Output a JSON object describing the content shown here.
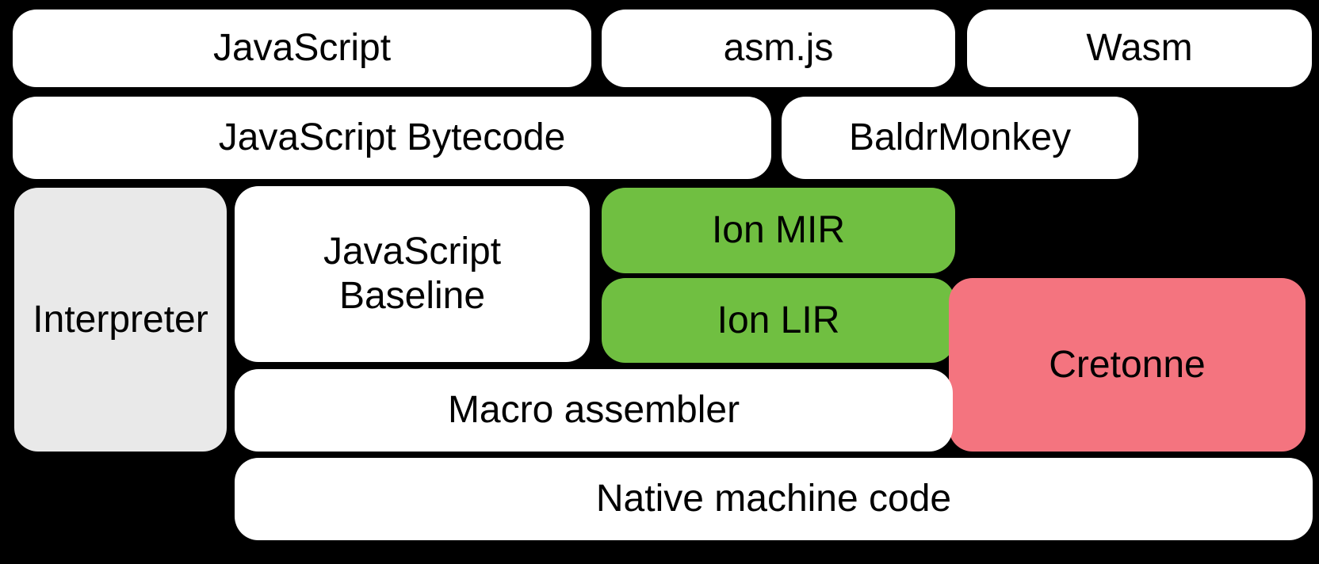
{
  "diagram": {
    "nodes": {
      "javascript": {
        "label": "JavaScript"
      },
      "asmjs": {
        "label": "asm.js"
      },
      "wasm": {
        "label": "Wasm"
      },
      "bytecode": {
        "label": "JavaScript Bytecode"
      },
      "baldrmonkey": {
        "label": "BaldrMonkey"
      },
      "interpreter": {
        "label": "Interpreter"
      },
      "baseline": {
        "label": "JavaScript Baseline"
      },
      "ion_mir": {
        "label": "Ion MIR"
      },
      "ion_lir": {
        "label": "Ion LIR"
      },
      "cretonne": {
        "label": "Cretonne"
      },
      "macro_assembler": {
        "label": "Macro assembler"
      },
      "native_machine_code": {
        "label": "Native machine code"
      }
    },
    "colors": {
      "background": "#000000",
      "box_default": "#FFFFFF",
      "box_interpreter": "#E9E9E9",
      "box_ion": "#70BF41",
      "box_cretonne": "#F4747F",
      "text": "#000000"
    }
  }
}
